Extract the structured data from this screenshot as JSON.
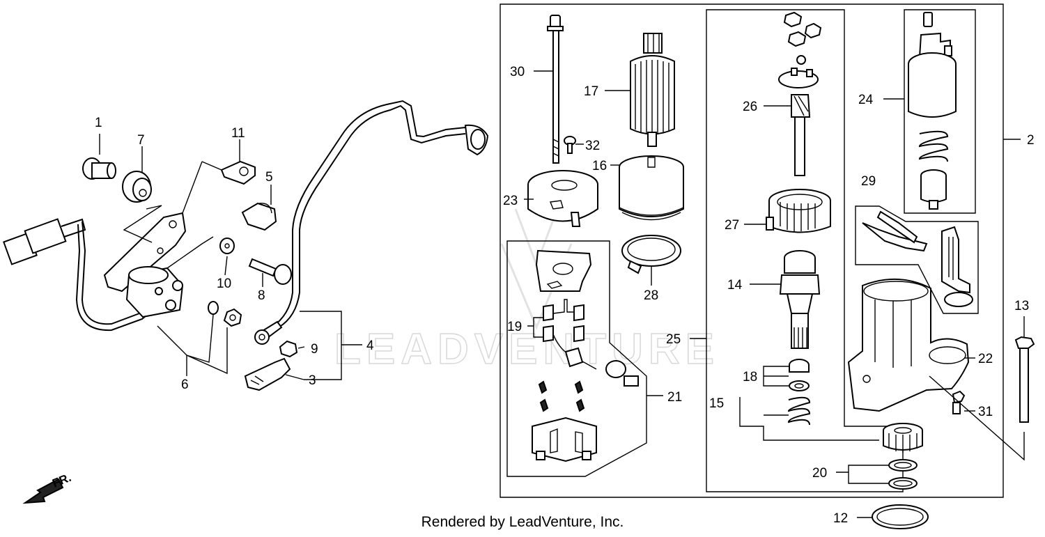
{
  "diagram": {
    "credit": "Rendered by LeadVenture, Inc.",
    "watermark": "LEADVENTURE",
    "direction_label": "FR.",
    "callouts": [
      "1",
      "2",
      "3",
      "4",
      "5",
      "6",
      "7",
      "8",
      "9",
      "10",
      "11",
      "12",
      "13",
      "14",
      "15",
      "16",
      "17",
      "18",
      "19",
      "20",
      "21",
      "22",
      "23",
      "24",
      "25",
      "26",
      "27",
      "28",
      "29",
      "30",
      "31",
      "32"
    ]
  }
}
